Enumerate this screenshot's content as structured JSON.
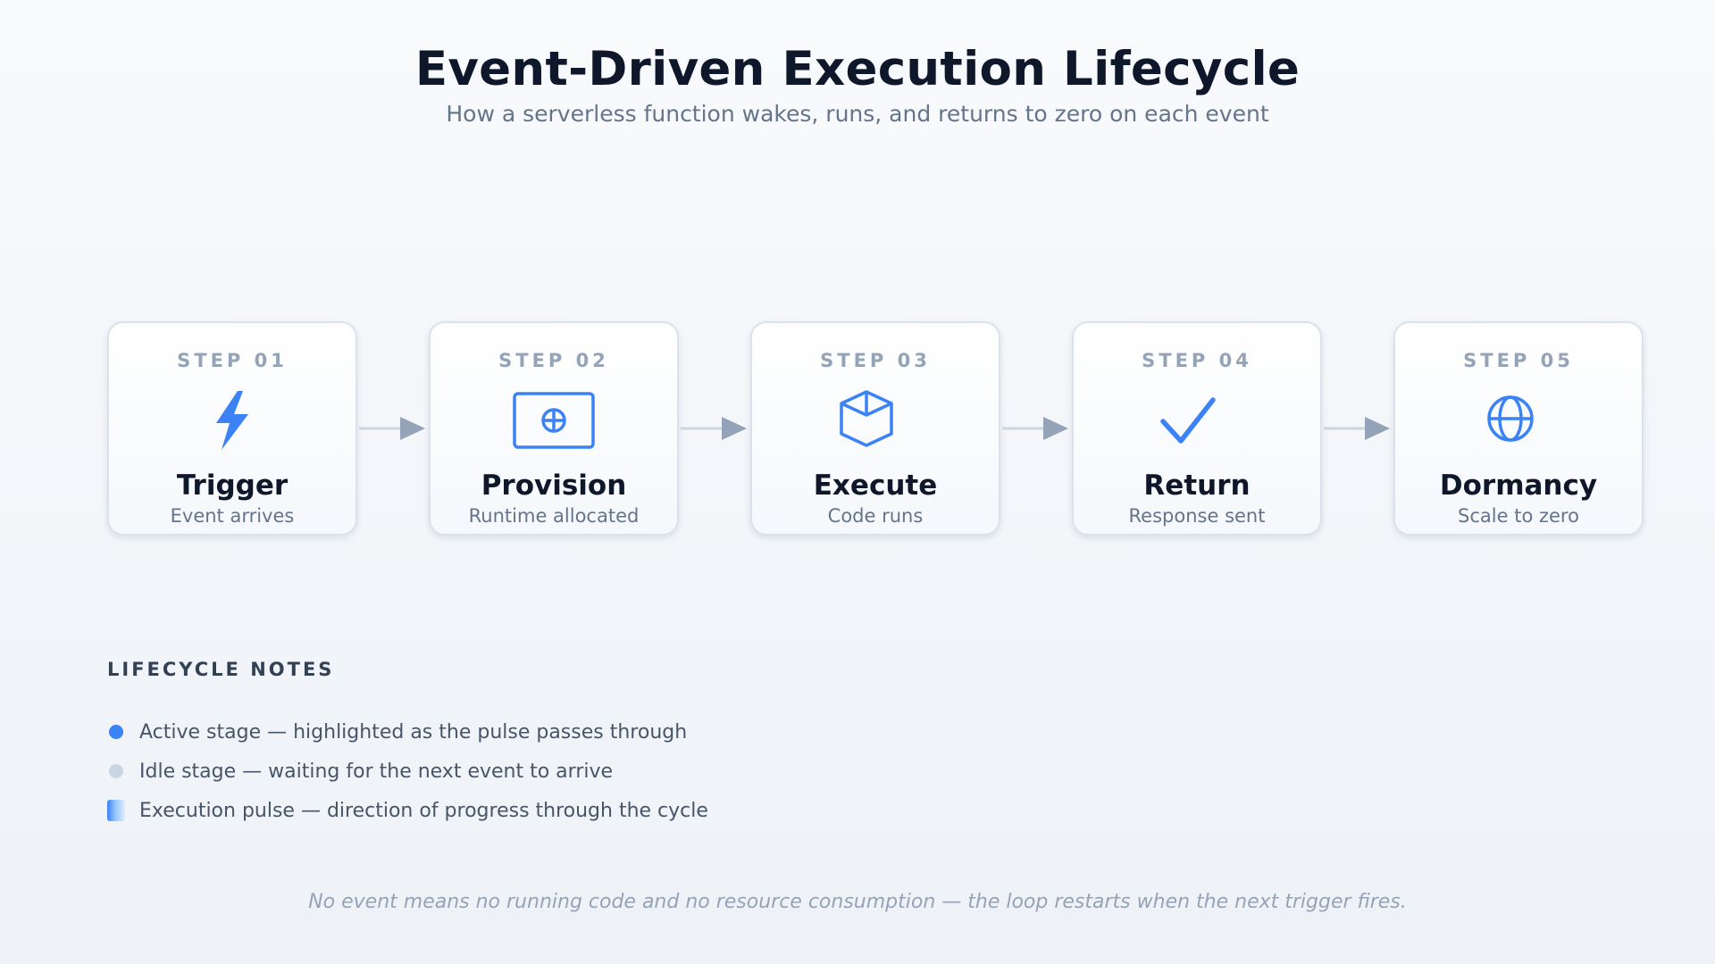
{
  "header": {
    "title": "Event-Driven Execution Lifecycle",
    "subtitle": "How a serverless function wakes, runs, and returns to zero on each event"
  },
  "steps": [
    {
      "label": "STEP 01",
      "name": "Trigger",
      "description": "Event arrives",
      "icon": "lightning-bolt-icon"
    },
    {
      "label": "STEP 02",
      "name": "Provision",
      "description": "Runtime allocated",
      "icon": "server-slot-icon"
    },
    {
      "label": "STEP 03",
      "name": "Execute",
      "description": "Code runs",
      "icon": "cube-icon"
    },
    {
      "label": "STEP 04",
      "name": "Return",
      "description": "Response sent",
      "icon": "checkmark-icon"
    },
    {
      "label": "STEP 05",
      "name": "Dormancy",
      "description": "Scale to zero",
      "icon": "globe-icon"
    }
  ],
  "notes": {
    "title": "LIFECYCLE NOTES",
    "items": [
      {
        "marker": "active-dot",
        "text": "Active stage — highlighted as the pulse passes through"
      },
      {
        "marker": "idle-dot",
        "text": "Idle stage — waiting for the next event to arrive"
      },
      {
        "marker": "pulse-gradient",
        "text": "Execution pulse — direction of progress through the cycle"
      }
    ]
  },
  "footer": {
    "text": "No event means no running code and no resource consumption — the loop restarts when the next trigger fires."
  },
  "colors": {
    "accent": "#3b82f6",
    "idle": "#cbd5e1",
    "arrow": "#94a3b8",
    "heading": "#0f172a",
    "muted": "#64748b"
  }
}
